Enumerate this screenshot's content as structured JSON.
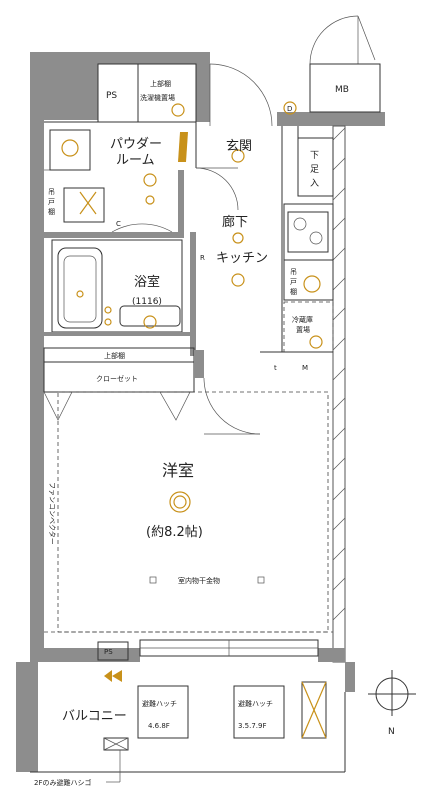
{
  "labels": {
    "mb": "MB",
    "ps_top": "PS",
    "upper_shelf_1": "上部棚",
    "laundry": "洗濯機置場",
    "powder_room": [
      "パウダー",
      "ルーム"
    ],
    "entrance": "玄関",
    "shoe_box": [
      "下",
      "足",
      "入"
    ],
    "hanging_shelf_wc": [
      "吊",
      "戸",
      "棚"
    ],
    "hallway": "廊下",
    "kitchen": "キッチン",
    "hanging_shelf_kitchen": [
      "吊",
      "戸",
      "棚"
    ],
    "bath": "浴室",
    "bath_size": "(1116)",
    "fridge": [
      "冷蔵庫",
      "置場"
    ],
    "upper_shelf_2": "上部棚",
    "closet": "クローゼット",
    "western_room": "洋室",
    "western_room_size": "(約8.2帖)",
    "fan_coil": "ファンコンベクター",
    "indoor_dryer": "室内物干金物",
    "ps_bottom": "PS",
    "balcony": "バルコニー",
    "hatch_1_title": "避難ハッチ",
    "hatch_1_floors": "4.6.8F",
    "hatch_2_title": "避難ハッチ",
    "hatch_2_floors": "3.5.7.9F",
    "ladder_note": "2Fのみ避難ハシゴ",
    "north": "N",
    "r_mark": "R",
    "c_mark": "C",
    "m_mark": "M",
    "t_mark": "t",
    "d_mark": "D"
  },
  "colors": {
    "wall": "#8d8d8d",
    "fixture_accent": "#c8911a",
    "line": "#333333"
  }
}
